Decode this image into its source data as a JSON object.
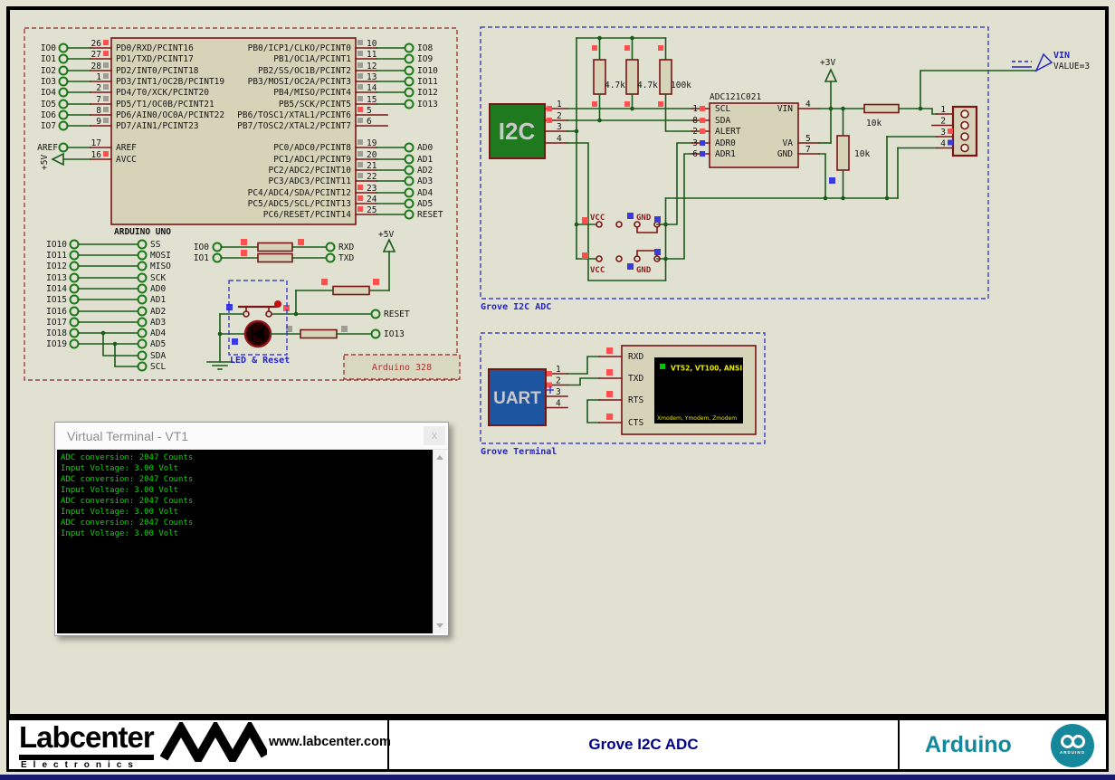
{
  "colors": {
    "wire_green": "#1A5A1A",
    "component_maroon": "#7A1515",
    "chip_fill": "#D6D3B8",
    "sheet": "#E1E1D1",
    "indicator_red": "#FF5050",
    "indicator_blue": "#3A3AE0",
    "indicator_gray": "#9E9E96",
    "annotation_blue": "#2222CC",
    "annotation_red": "#992222",
    "title_navy": "#00008B",
    "arduino_teal": "#15889B",
    "terminal_text_green": "#00DC00",
    "screen_yellow": "#E8E800",
    "i2c_green": "#1F7A1F",
    "uart_blue": "#1E55A0"
  },
  "mcu": {
    "title": "ARDUINO UNO",
    "subsystem": "Arduino 328",
    "led_reset": "LED & Reset",
    "power": "+5V",
    "reset": "RESET",
    "io13": "IO13",
    "portd": [
      {
        "t": "IO0",
        "n": "26",
        "name": "PD0/RXD/PCINT16"
      },
      {
        "t": "IO1",
        "n": "27",
        "name": "PD1/TXD/PCINT17"
      },
      {
        "t": "IO2",
        "n": "28",
        "name": "PD2/INT0/PCINT18"
      },
      {
        "t": "IO3",
        "n": "1",
        "name": "PD3/INT1/OC2B/PCINT19"
      },
      {
        "t": "IO4",
        "n": "2",
        "name": "PD4/T0/XCK/PCINT20"
      },
      {
        "t": "IO5",
        "n": "7",
        "name": "PD5/T1/OC0B/PCINT21"
      },
      {
        "t": "IO6",
        "n": "8",
        "name": "PD6/AIN0/OC0A/PCINT22"
      },
      {
        "t": "IO7",
        "n": "9",
        "name": "PD7/AIN1/PCINT23"
      }
    ],
    "aref": {
      "t": "AREF",
      "n": "17",
      "name": "AREF"
    },
    "avcc": {
      "n": "16",
      "name": "AVCC",
      "power": "+5V"
    },
    "portb": [
      {
        "t": "IO8",
        "n": "10",
        "name": "PB0/ICP1/CLKO/PCINT0"
      },
      {
        "t": "IO9",
        "n": "11",
        "name": "PB1/OC1A/PCINT1"
      },
      {
        "t": "IO10",
        "n": "12",
        "name": "PB2/SS/OC1B/PCINT2"
      },
      {
        "t": "IO11",
        "n": "13",
        "name": "PB3/MOSI/OC2A/PCINT3"
      },
      {
        "t": "IO12",
        "n": "14",
        "name": "PB4/MISO/PCINT4"
      },
      {
        "t": "IO13",
        "n": "15",
        "name": "PB5/SCK/PCINT5"
      },
      {
        "t": "",
        "n": "5",
        "name": "PB6/TOSC1/XTAL1/PCINT6"
      },
      {
        "t": "",
        "n": "6",
        "name": "PB7/TOSC2/XTAL2/PCINT7"
      }
    ],
    "portc": [
      {
        "t": "AD0",
        "n": "19",
        "name": "PC0/ADC0/PCINT8"
      },
      {
        "t": "AD1",
        "n": "20",
        "name": "PC1/ADC1/PCINT9"
      },
      {
        "t": "AD2",
        "n": "21",
        "name": "PC2/ADC2/PCINT10"
      },
      {
        "t": "AD3",
        "n": "22",
        "name": "PC3/ADC3/PCINT11"
      },
      {
        "t": "AD4",
        "n": "23",
        "name": "PC4/ADC4/SDA/PCINT12"
      },
      {
        "t": "AD5",
        "n": "24",
        "name": "PC5/ADC5/SCL/PCINT13"
      },
      {
        "t": "RESET",
        "n": "25",
        "name": "PC6/RESET/PCINT14"
      }
    ],
    "spi": [
      {
        "l": "IO10",
        "r": "SS"
      },
      {
        "l": "IO11",
        "r": "MOSI"
      },
      {
        "l": "IO12",
        "r": "MISO"
      },
      {
        "l": "IO13",
        "r": "SCK"
      },
      {
        "l": "IO14",
        "r": "AD0"
      },
      {
        "l": "IO15",
        "r": "AD1"
      },
      {
        "l": "IO16",
        "r": "AD2"
      },
      {
        "l": "IO17",
        "r": "AD3"
      },
      {
        "l": "IO18",
        "r": "AD4"
      },
      {
        "l": "IO19",
        "r": "AD5"
      },
      {
        "l": "",
        "r": "SDA"
      },
      {
        "l": "",
        "r": "SCL"
      }
    ],
    "serial": {
      "io0": "IO0",
      "io1": "IO1",
      "rxd": "RXD",
      "txd": "TXD"
    }
  },
  "grove_adc": {
    "label": "Grove I2C ADC",
    "i2c": "I2C",
    "pins": [
      "1",
      "2",
      "3",
      "4"
    ],
    "pullups": [
      "4.7k",
      "4.7k",
      "100k"
    ],
    "adc": {
      "title": "ADC121C021",
      "left": [
        {
          "n": "1",
          "name": "SCL"
        },
        {
          "n": "8",
          "name": "SDA"
        },
        {
          "n": "2",
          "name": "ALERT"
        },
        {
          "n": "3",
          "name": "ADR0"
        },
        {
          "n": "6",
          "name": "ADR1"
        }
      ],
      "right": [
        {
          "n": "4",
          "name": "VIN"
        },
        {
          "n": "5",
          "name": "VA"
        },
        {
          "n": "7",
          "name": "GND"
        }
      ]
    },
    "r_series": "10k",
    "r_pull": "10k",
    "power": "+3V",
    "conn_pins": [
      "1",
      "2",
      "3",
      "4"
    ],
    "probe": {
      "name": "VIN",
      "value": "VALUE=3"
    },
    "vcc": "VCC",
    "gnd": "GND"
  },
  "grove_term": {
    "label": "Grove Terminal",
    "uart": "UART",
    "pins": [
      "1",
      "2",
      "3",
      "4"
    ],
    "term_pins": [
      "RXD",
      "TXD",
      "RTS",
      "CTS"
    ],
    "screen_top": "VT52, VT100, ANSI",
    "screen_bottom": "Xmodem, Ymodem, Zmodem"
  },
  "vt": {
    "title": "Virtual Terminal - VT1",
    "close": "x",
    "lines": [
      "ADC conversion: 2047 Counts",
      "Input Voltage: 3.00 Volt",
      "ADC conversion: 2047 Counts",
      "Input Voltage: 3.00 Volt",
      "ADC conversion: 2047 Counts",
      "Input Voltage: 3.00 Volt",
      "ADC conversion: 2047 Counts",
      "Input Voltage: 3.00 Volt"
    ]
  },
  "titleblock": {
    "brand": "Labcenter",
    "sub": "Electronics",
    "url": "www.labcenter.com",
    "title": "Grove I2C ADC",
    "product": "Arduino",
    "logo_text": "ARDUINO"
  }
}
